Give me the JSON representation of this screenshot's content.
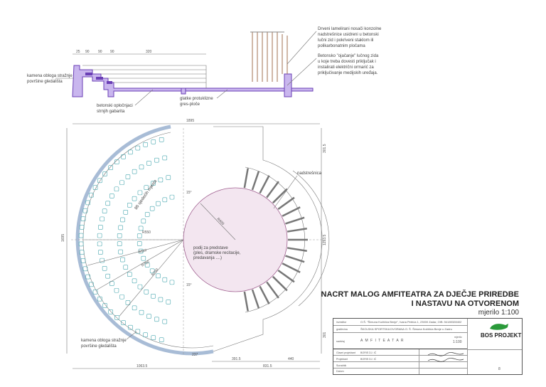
{
  "section": {
    "dims": [
      "25",
      "90",
      "90",
      "90",
      "320"
    ],
    "label_cladding": [
      "kamena obloga stražnje",
      "površine gledališta"
    ],
    "label_concrete": [
      "betonski opločnjaci",
      "strnjih gabarita"
    ],
    "label_tiles": [
      "glatke protuklizne",
      "gres-ploče"
    ],
    "note_wood": [
      "Drveni lamelirani nosači konzolne",
      "nadstrešnice usidreni u betonski",
      "lučni zid i pokriveni staklom ili",
      "polikarbonatnim pločama"
    ],
    "note_wall": [
      "Betonsko \"ojačanje\" lučnog zida",
      "u koje treba dovesti priključak i",
      "instalirati električni ormarić za",
      "priključivanje medijskih uređaja."
    ]
  },
  "plan": {
    "seats_label": "86 sjedećih mjesta",
    "stage_label": [
      "podij za predstave",
      "(ples, dramske recitacije,",
      "predavanja ....)"
    ],
    "canopy_label": "nadstrešnica",
    "cladding_label": [
      "kamena obloga stražnje",
      "površine gledališta"
    ],
    "radii": [
      "R550",
      "R610",
      "R700",
      "R790",
      "R400"
    ],
    "angle": "15°",
    "dims": {
      "top": "1895",
      "left": "1695",
      "bottom_left": "1063.5",
      "bottom_right": "831.5",
      "bottom_a": "391.5",
      "bottom_b": "440",
      "right_a": "301.5",
      "right_b": "1293.5",
      "right_c": "301",
      "small": "237"
    }
  },
  "title": {
    "line1": "NACRT MALOG AMFITEATRA ZA DJEČJE PRIREDBE",
    "line2": "I NASTAVU NA OTVORENOM",
    "scale": "mjerilo 1:100"
  },
  "titleblock": {
    "investor_label": "investitor",
    "investor": "O.Š. \"Šimuna Kožičića Benje\", Ivana Petrića 1, 23000 Zadar, OIB: 54180328402",
    "building_label": "građevina",
    "building": "ŠKOLSKA SPORTSKA DVORANA O. Š. Šimuna Kožičića Benje u Zadru",
    "drawing_label": "sadržaj",
    "drawing": "A M F I T E A T A R",
    "scale_label": "mjerilo",
    "scale": "1:100",
    "rows": [
      {
        "label": "Glavni projektant",
        "name": "BORIS DJ. IĆ"
      },
      {
        "label": "Projektant",
        "name": "BORIS DJ. IĆ"
      },
      {
        "label": "Suradnik",
        "name": ""
      },
      {
        "label": "Datum",
        "name": ""
      }
    ],
    "company": "BOS PROJEKT",
    "sheet": "8",
    "brand_color": "#2a9a3a"
  }
}
